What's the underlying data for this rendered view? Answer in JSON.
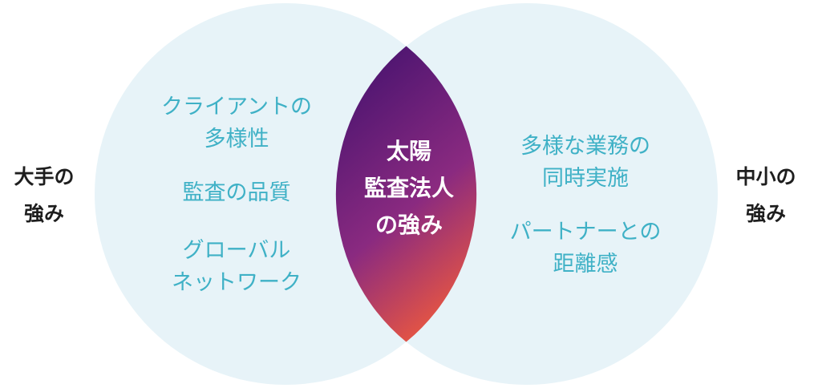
{
  "left_circle": {
    "label_lines": [
      "大手の",
      "強み"
    ],
    "items": [
      {
        "lines": [
          "クライアントの",
          "多様性"
        ]
      },
      {
        "lines": [
          "監査の品質"
        ]
      },
      {
        "lines": [
          "グローバル",
          "ネットワーク"
        ]
      }
    ]
  },
  "right_circle": {
    "label_lines": [
      "中小の",
      "強み"
    ],
    "items": [
      {
        "lines": [
          "多様な業務の",
          "同時実施"
        ]
      },
      {
        "lines": [
          "パートナーとの",
          "距離感"
        ]
      }
    ]
  },
  "overlap": {
    "label_lines": [
      "太陽",
      "監査法人",
      "の強み"
    ]
  },
  "colors": {
    "circle_fill": "#e7f3f8",
    "item_text": "#3fb1c6",
    "side_label_text": "#1e1e1e",
    "overlap_gradient_top": "#4a1470",
    "overlap_gradient_mid": "#8a2a80",
    "overlap_gradient_bottom": "#f05a3c",
    "overlap_text": "#ffffff"
  }
}
